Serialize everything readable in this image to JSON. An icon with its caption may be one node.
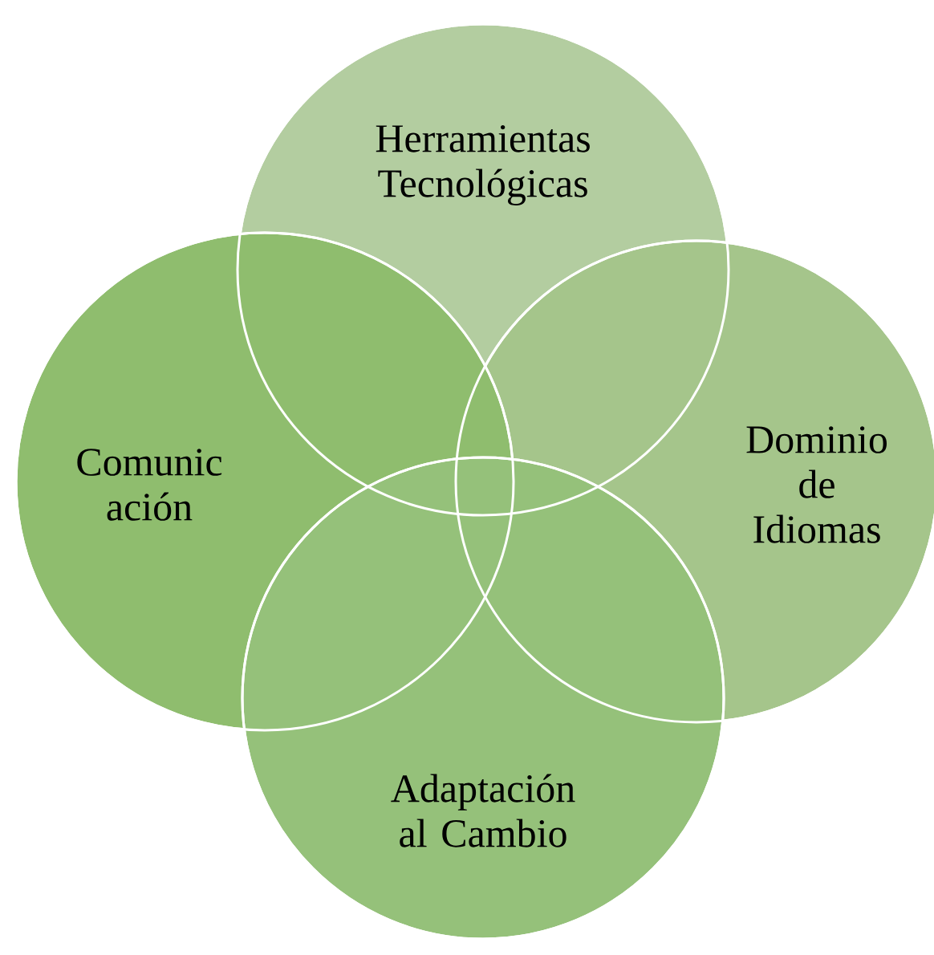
{
  "diagram": {
    "nodes": [
      {
        "text": [
          "Herramientas Tecnológicas"
        ]
      },
      {
        "text": [
          "Dominio de Idiomas"
        ]
      },
      {
        "text": [
          "Comunic ación"
        ]
      },
      {
        "text": [
          "Adaptación al Cambio"
        ]
      }
    ]
  }
}
